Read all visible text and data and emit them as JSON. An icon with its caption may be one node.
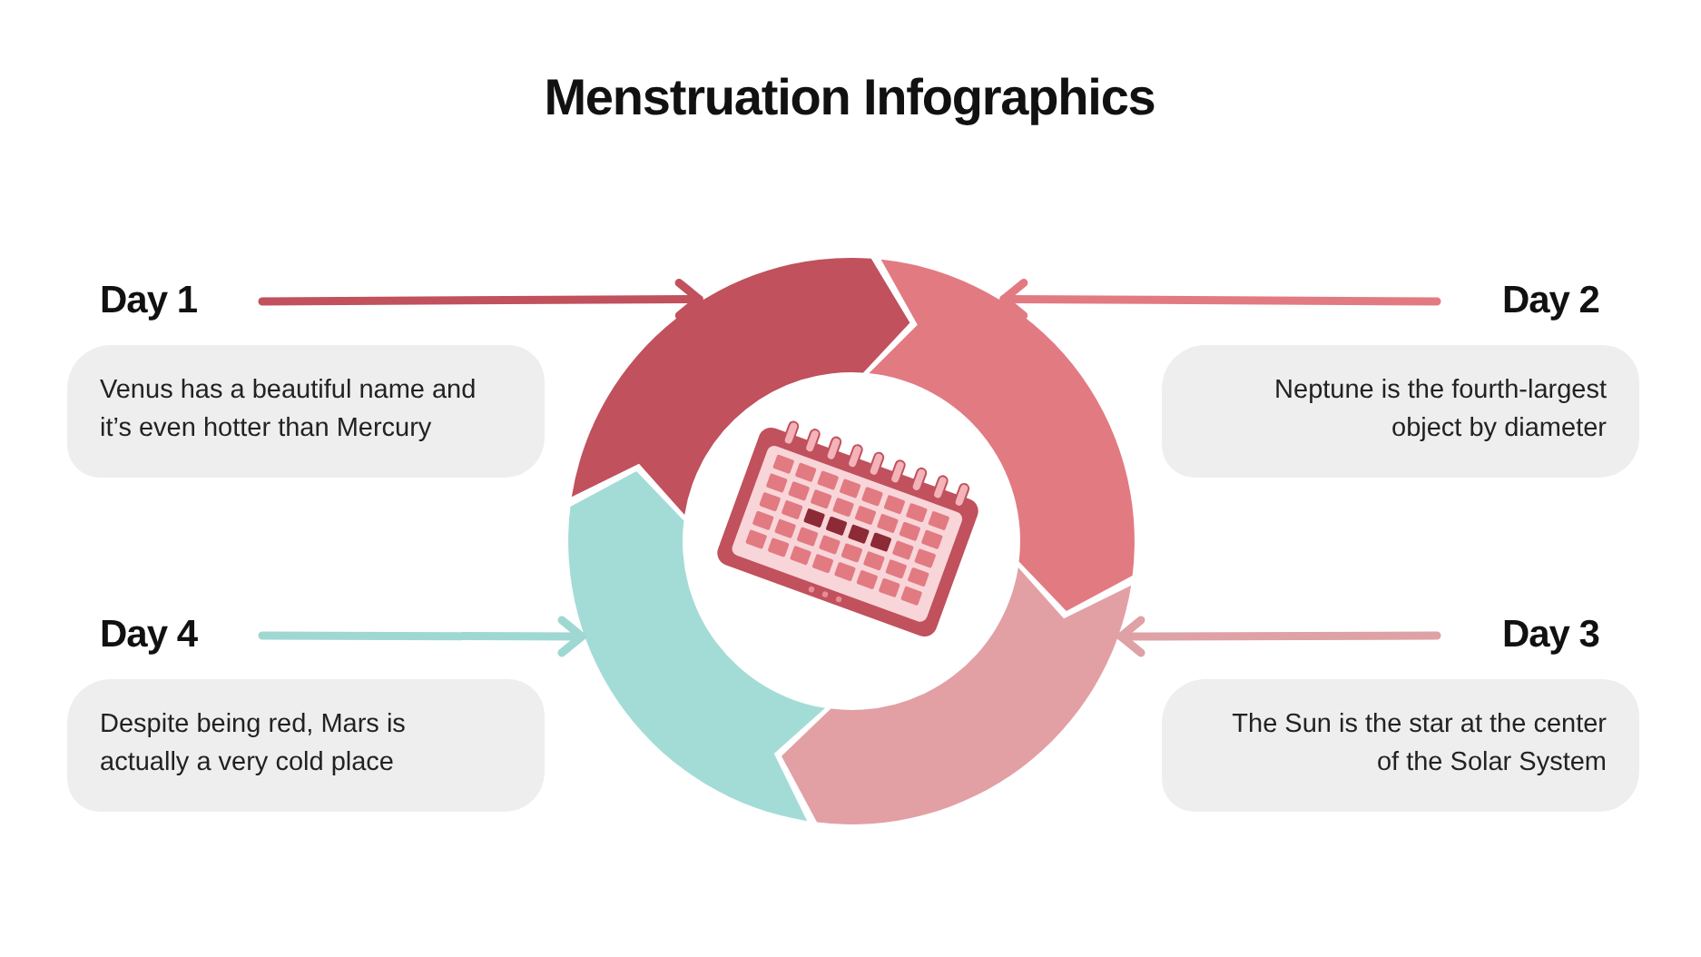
{
  "diagram": {
    "title": "Menstruation Infographics",
    "nodes": [
      {
        "text": [
          "Day 1",
          "Venus has a beautiful name and it’s even hotter than Mercury"
        ]
      },
      {
        "text": [],
        "shape": "arc"
      },
      {
        "text": [],
        "shape": "arc"
      },
      {
        "text": [
          "Day 2",
          "Neptune is the fourth-largest object by diameter"
        ]
      },
      {
        "text": [
          "Day 4",
          "Despite being red, Mars is actually a very cold place"
        ]
      },
      {
        "text": [],
        "shape": "arc"
      },
      {
        "text": [],
        "shape": "arc"
      },
      {
        "text": [
          "Day 3",
          "The Sun is the star at the center of the Solar System"
        ]
      }
    ],
    "edges": [
      {
        "from": 0,
        "to": 1,
        "arrow": "to",
        "color": "#c0515d"
      },
      {
        "from": 3,
        "to": 2,
        "arrow": "to",
        "color": "#e27a82"
      },
      {
        "from": 4,
        "to": 5,
        "arrow": "to",
        "color": "#9fd8d2"
      },
      {
        "from": 7,
        "to": 6,
        "arrow": "to",
        "color": "#dea1a5"
      }
    ]
  }
}
